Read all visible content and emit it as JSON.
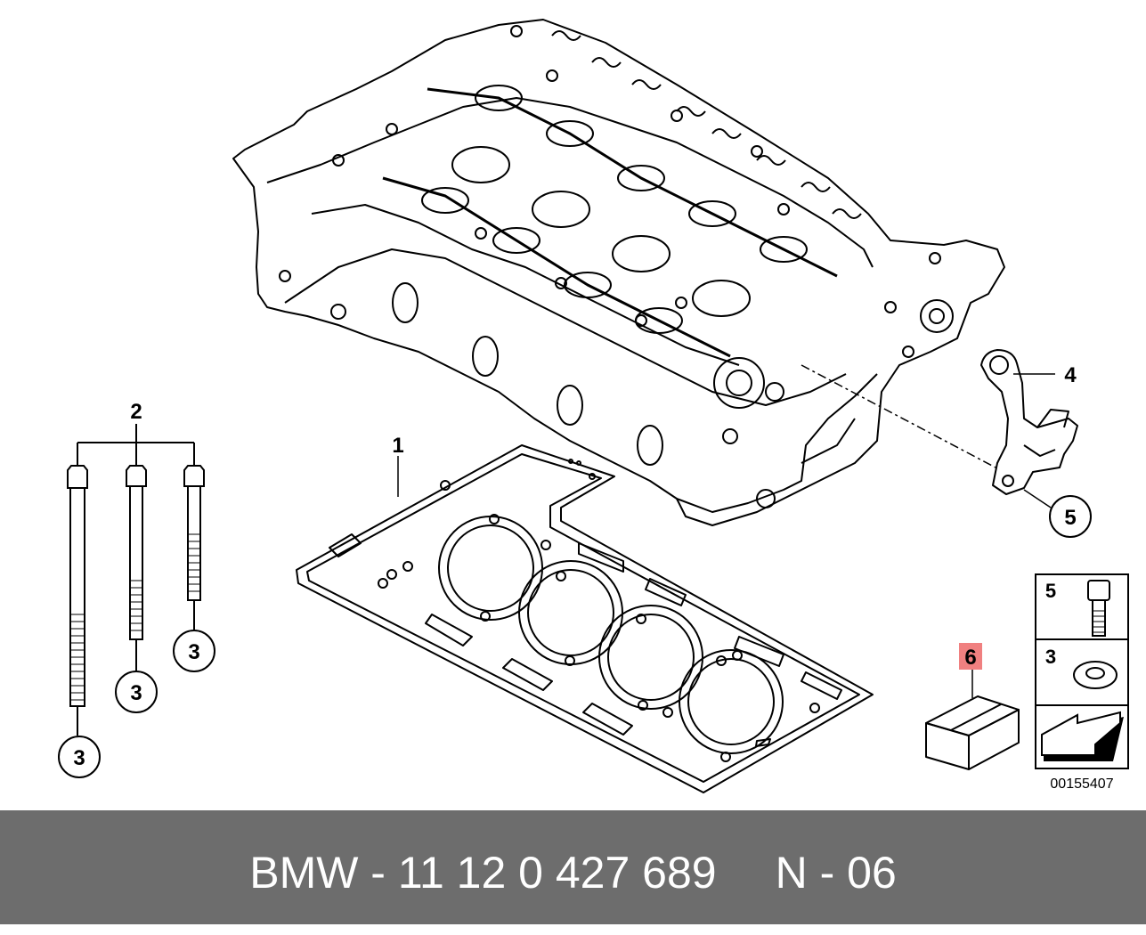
{
  "diagram": {
    "callouts": {
      "gasket": "1",
      "bolts_group": "2",
      "washer_a": "3",
      "washer_b": "3",
      "washer_c": "3",
      "bracket": "4",
      "bracket_screw": "5",
      "accessory_box": "6"
    },
    "legend": {
      "screw_ref": "5",
      "washer_ref": "3"
    },
    "diagram_number": "00155407",
    "highlight_color": "#f08080"
  },
  "footer": {
    "part_text": "BMW - 11 12 0 427 689",
    "page_text": "N - 06"
  }
}
